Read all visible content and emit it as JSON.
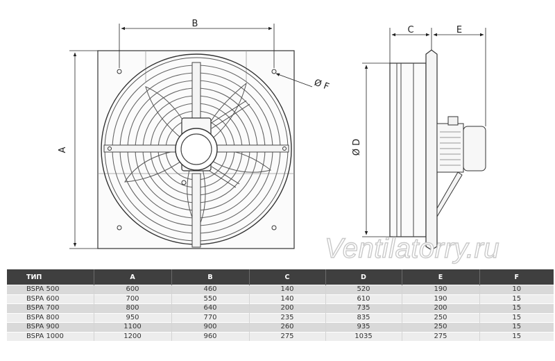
{
  "labels": {
    "a": "A",
    "b": "B",
    "c": "C",
    "d": "Ø D",
    "e": "E",
    "f": "Ø F"
  },
  "watermark": "Ventilatorry.ru",
  "table": {
    "headers": [
      "ТИП",
      "A",
      "B",
      "C",
      "D",
      "E",
      "F"
    ],
    "rows": [
      [
        "BSPA 500",
        "600",
        "460",
        "140",
        "520",
        "190",
        "10"
      ],
      [
        "BSPA 600",
        "700",
        "550",
        "140",
        "610",
        "190",
        "15"
      ],
      [
        "BSPA 700",
        "800",
        "640",
        "200",
        "735",
        "200",
        "15"
      ],
      [
        "BSPA 800",
        "950",
        "770",
        "235",
        "835",
        "250",
        "15"
      ],
      [
        "BSPA 900",
        "1100",
        "900",
        "260",
        "935",
        "250",
        "15"
      ],
      [
        "BSPA 1000",
        "1200",
        "960",
        "275",
        "1035",
        "275",
        "15"
      ]
    ]
  }
}
